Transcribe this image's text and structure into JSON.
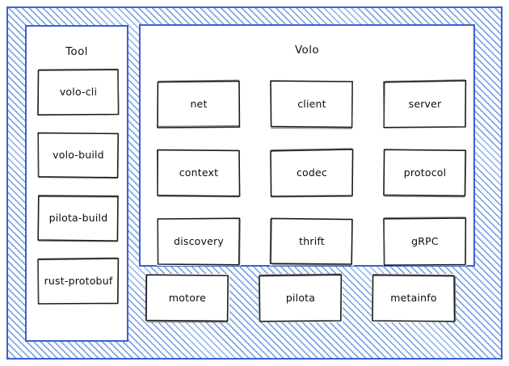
{
  "diagram": {
    "title_tool": "Tool",
    "title_volo": "Volo",
    "colors": {
      "panel_border": "#3f5fd0",
      "hatch_blue": "#4a7cd6",
      "node_stroke": "#1b1b1b",
      "background": "#ffffff"
    },
    "tool_panel": {
      "label": "Tool",
      "items": [
        {
          "id": "volo-cli",
          "label": "volo-cli"
        },
        {
          "id": "volo-build",
          "label": "volo-build"
        },
        {
          "id": "pilota-build",
          "label": "pilota-build"
        },
        {
          "id": "rust-protobuf",
          "label": "rust-protobuf"
        }
      ]
    },
    "volo_panel": {
      "label": "Volo",
      "rows": [
        [
          {
            "id": "net",
            "label": "net"
          },
          {
            "id": "client",
            "label": "client"
          },
          {
            "id": "server",
            "label": "server"
          }
        ],
        [
          {
            "id": "context",
            "label": "context"
          },
          {
            "id": "codec",
            "label": "codec"
          },
          {
            "id": "protocol",
            "label": "protocol"
          }
        ],
        [
          {
            "id": "discovery",
            "label": "discovery"
          },
          {
            "id": "thrift",
            "label": "thrift"
          },
          {
            "id": "grpc",
            "label": "gRPC"
          }
        ]
      ]
    },
    "bottom_row": [
      {
        "id": "motore",
        "label": "motore"
      },
      {
        "id": "pilota",
        "label": "pilota"
      },
      {
        "id": "metainfo",
        "label": "metainfo"
      }
    ]
  }
}
